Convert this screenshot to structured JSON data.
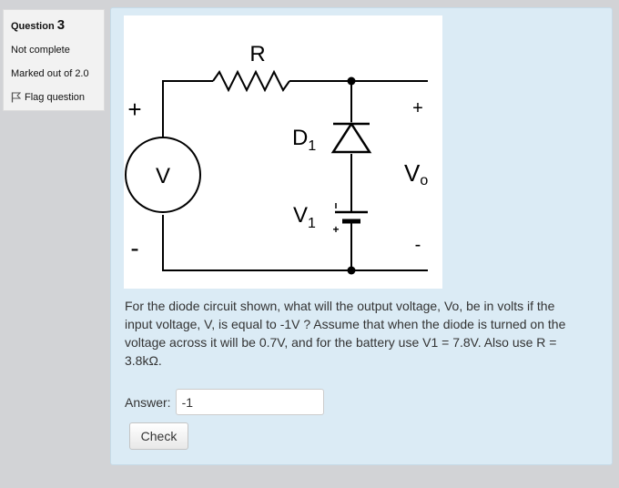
{
  "info": {
    "question_prefix": "Question",
    "question_number": "3",
    "state": "Not complete",
    "grade": "Marked out of 2.0",
    "flag_label": "Flag question"
  },
  "figure": {
    "resistor_label": "R",
    "diode_label": "D",
    "diode_subscript": "1",
    "battery_label": "V",
    "battery_subscript": "1",
    "source_label": "V",
    "output_label": "V",
    "output_subscript": "o",
    "plus_sign": "+",
    "minus_sign": "-"
  },
  "question_text": "For the diode circuit shown, what will the output voltage, Vo, be in volts if the input voltage, V, is equal to -1V ?  Assume that when the diode is turned on the voltage across it will be 0.7V, and for the battery use V1 = 7.8V. Also use R = 3.8kΩ.",
  "answer": {
    "label": "Answer:",
    "value": "-1"
  },
  "check_button_label": "Check"
}
